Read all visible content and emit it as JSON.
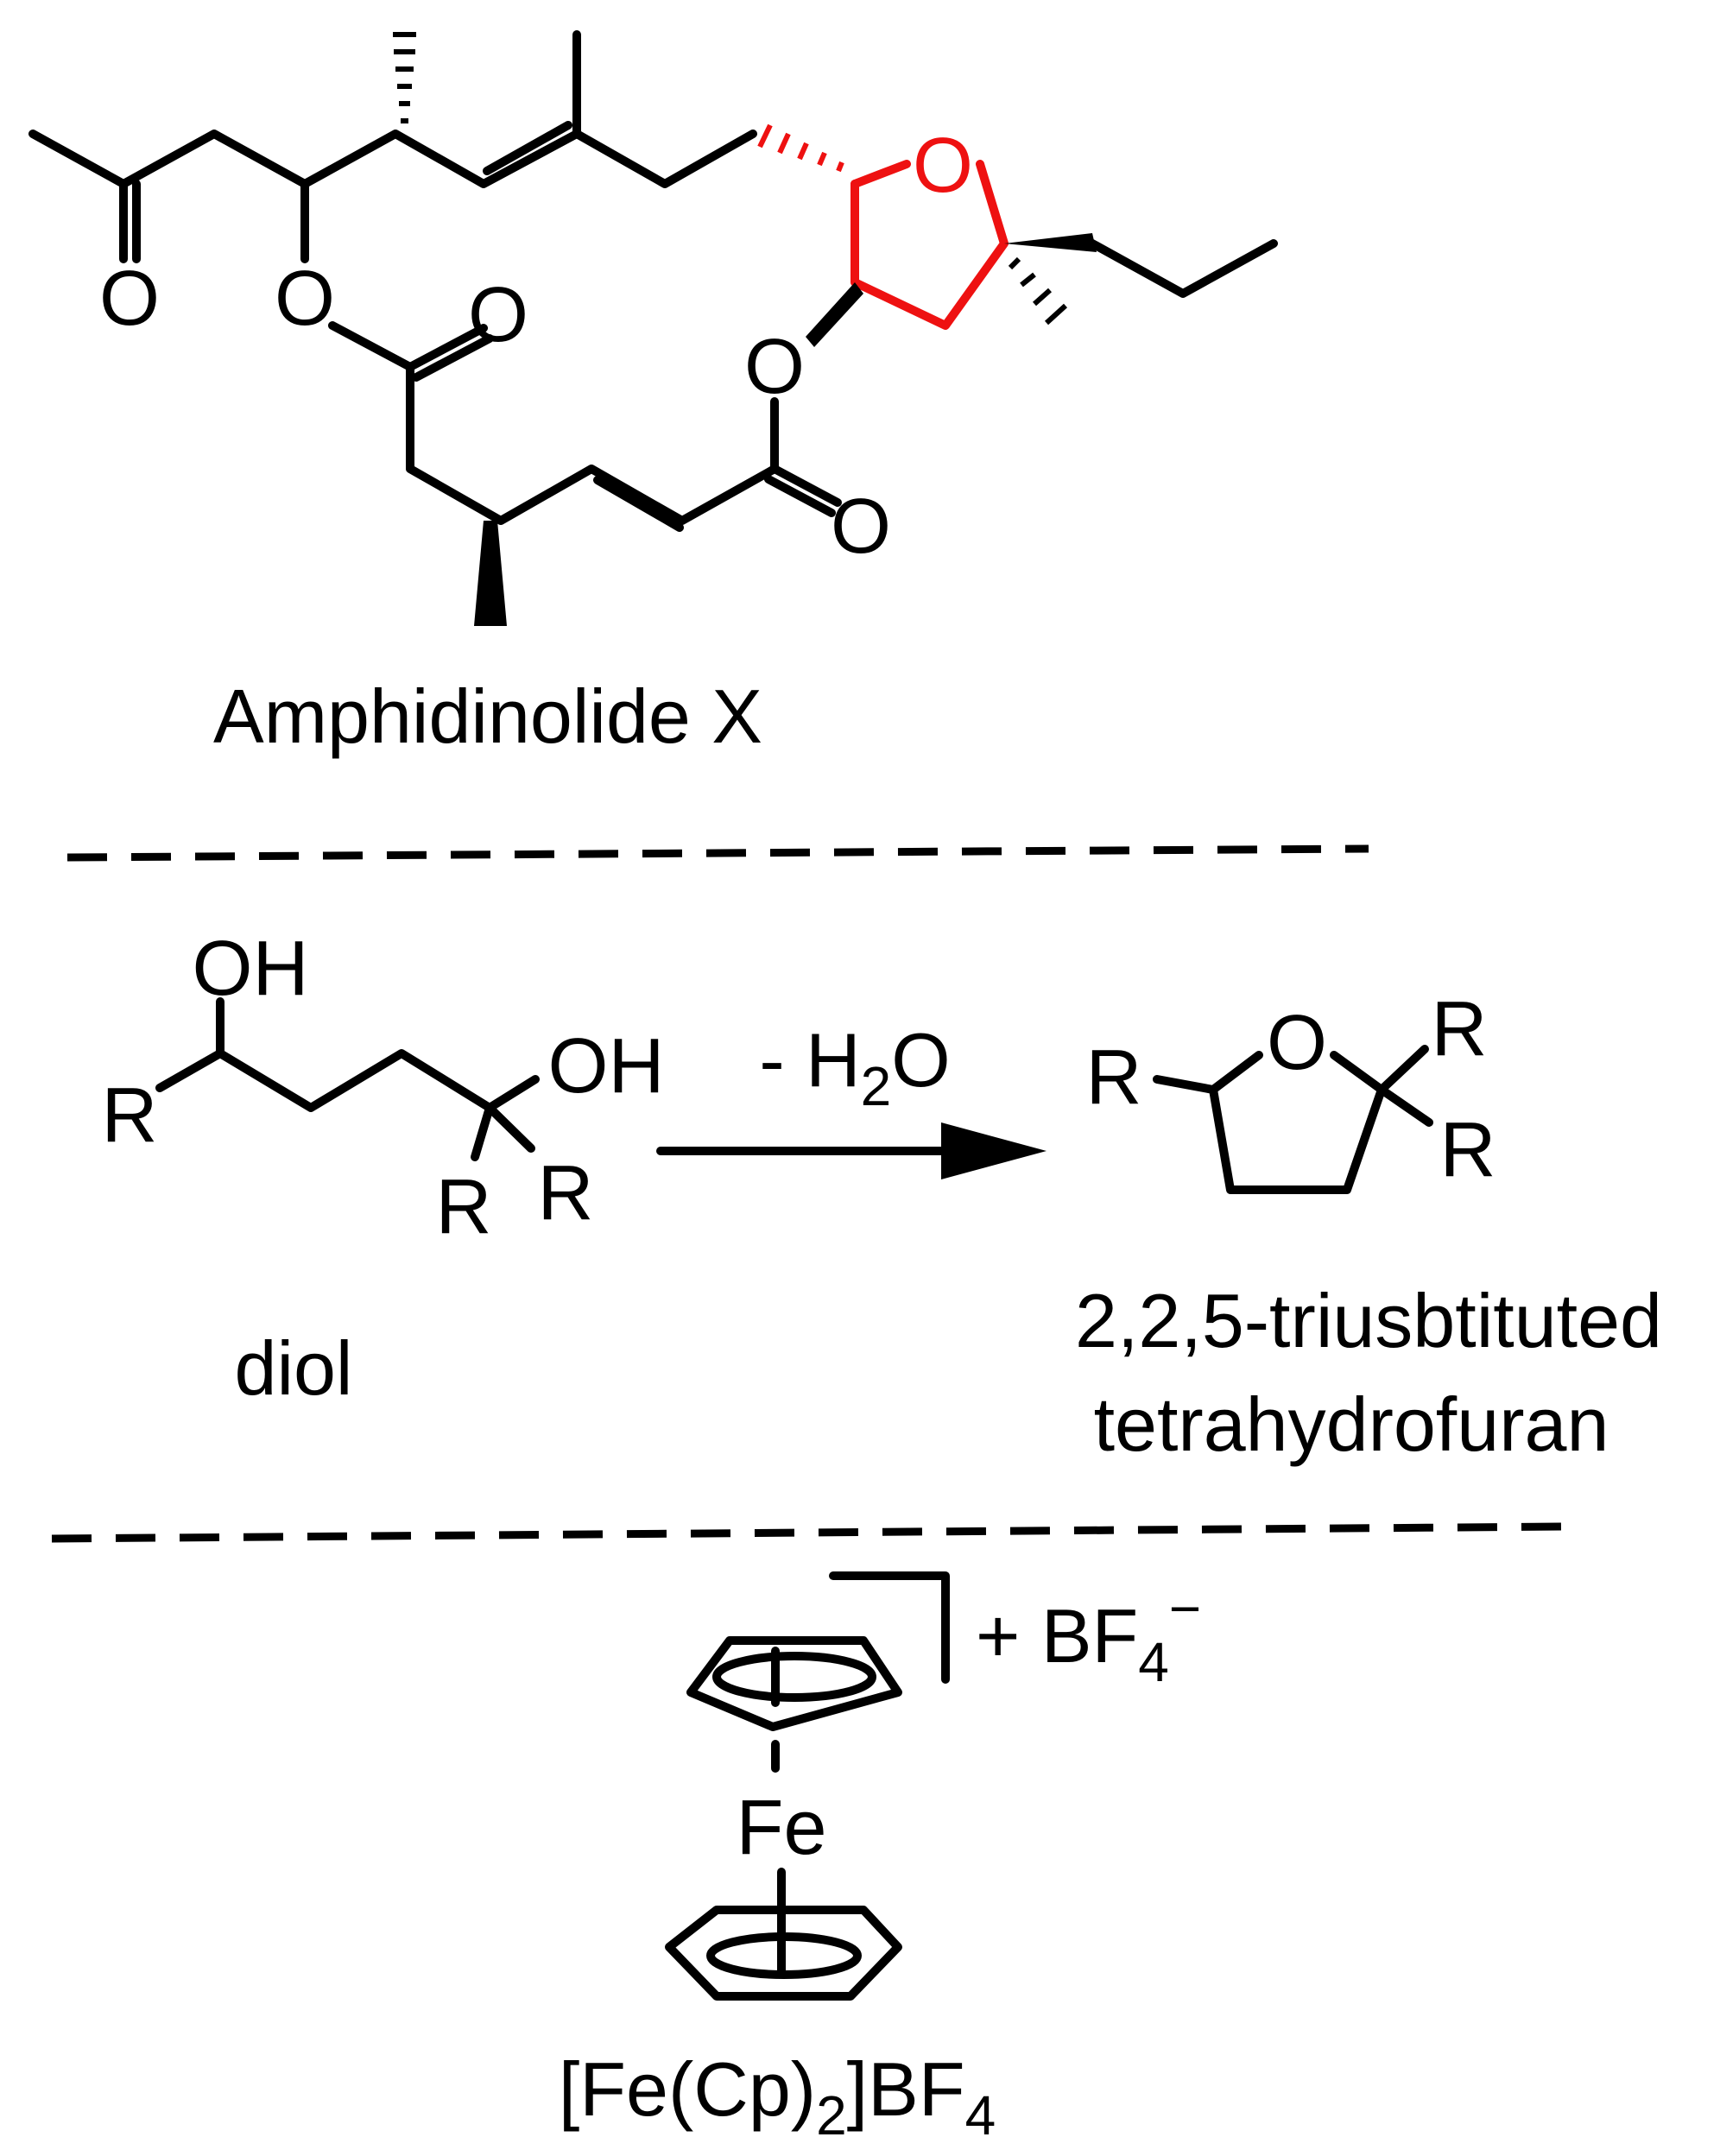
{
  "molecules": {
    "natural_product": {
      "name": "Amphidinolide X",
      "atoms": {
        "o_ketone": "O",
        "o_ester1": "O",
        "o_carbonyl1": "O",
        "o_ester2": "O",
        "o_carbonyl2": "O",
        "o_ring": "O"
      },
      "highlight_color": "#ee1111"
    },
    "reaction": {
      "reactant_name": "diol",
      "reactant_atoms": {
        "oh1": "OH",
        "oh2": "OH",
        "r1": "R",
        "r2": "R",
        "r3": "R"
      },
      "condition_prefix": "- H",
      "condition_sub": "2",
      "condition_suffix": "O",
      "product_name_line1": "2,2,5-triusbtituted",
      "product_name_line2": "tetrahydrofuran",
      "product_atoms": {
        "o": "O",
        "r1": "R",
        "r2": "R",
        "r3": "R"
      }
    },
    "catalyst": {
      "metal": "Fe",
      "charge_prefix": "+ BF",
      "charge_sub": "4",
      "charge_sup": "−",
      "formula_p1": "[Fe(Cp)",
      "formula_sub1": "2",
      "formula_p2": "]BF",
      "formula_sub2": "4"
    }
  }
}
